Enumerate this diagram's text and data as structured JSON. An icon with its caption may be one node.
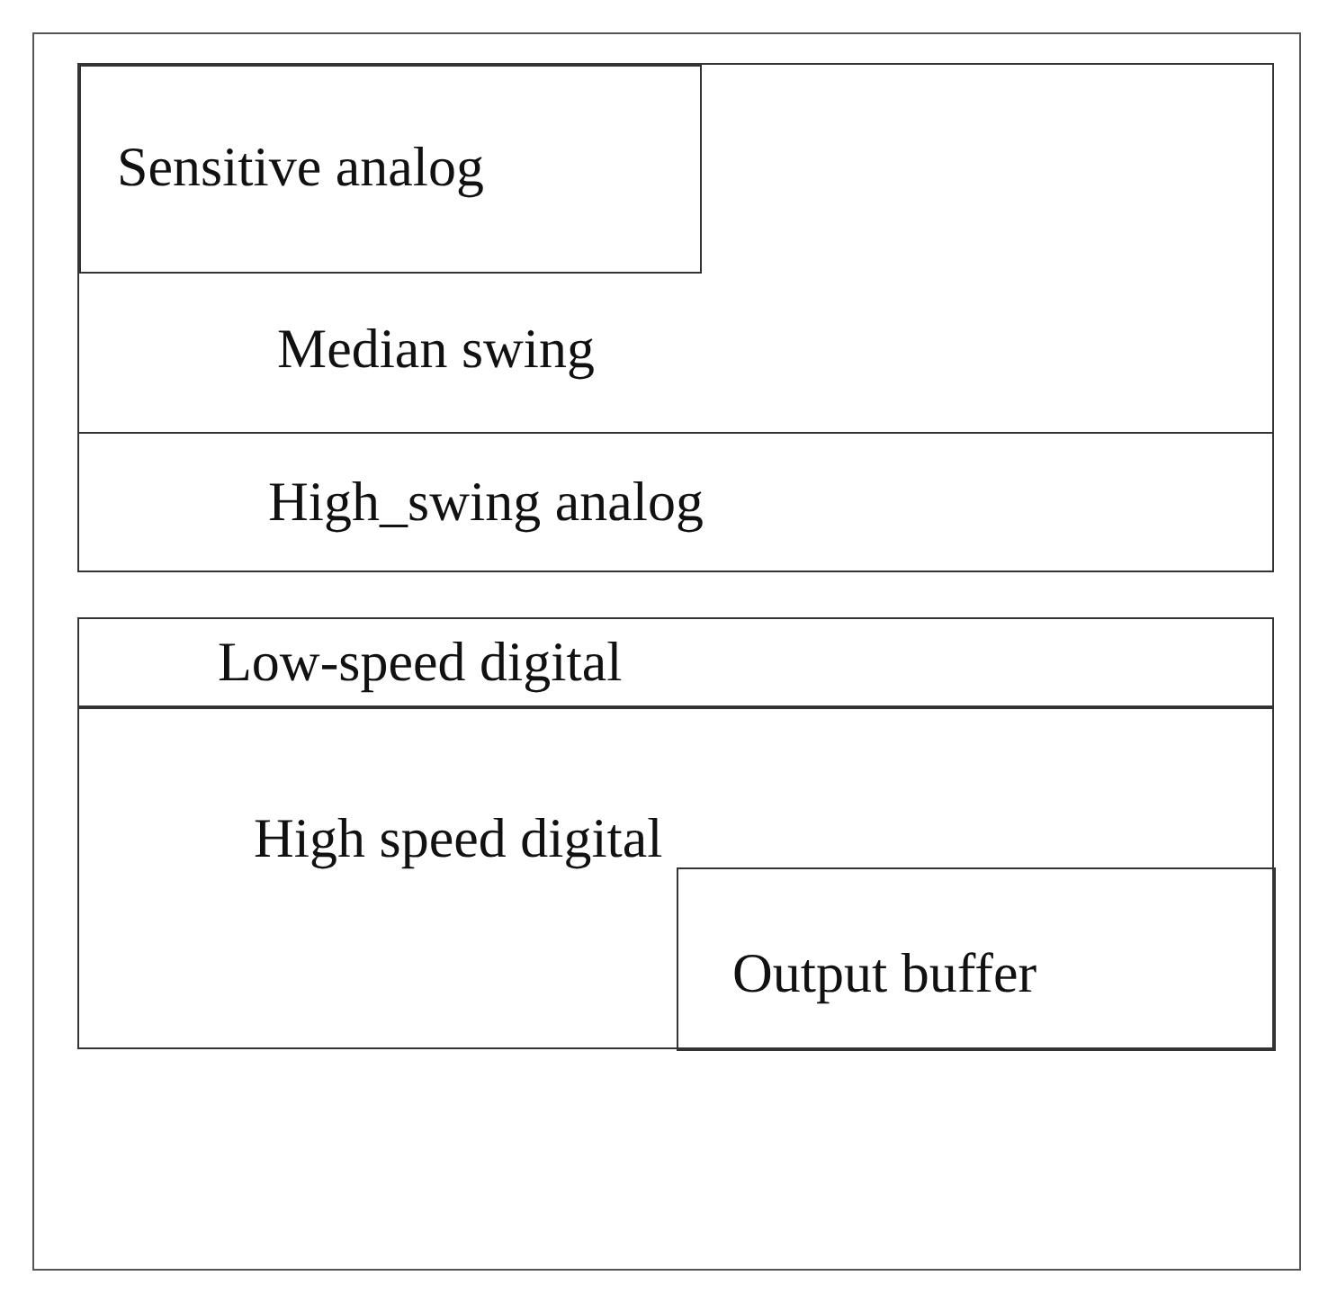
{
  "diagram": {
    "nodes": [
      {
        "text": [
          "Median swing"
        ]
      },
      {
        "text": [
          "Sensitive analog"
        ],
        "in": 0
      },
      {
        "text": [
          "High_swing analog"
        ]
      },
      {
        "text": [
          "Low-speed digital"
        ]
      },
      {
        "text": [
          "High speed digital"
        ]
      },
      {
        "text": [
          "Output buffer"
        ],
        "in": 4
      }
    ]
  }
}
